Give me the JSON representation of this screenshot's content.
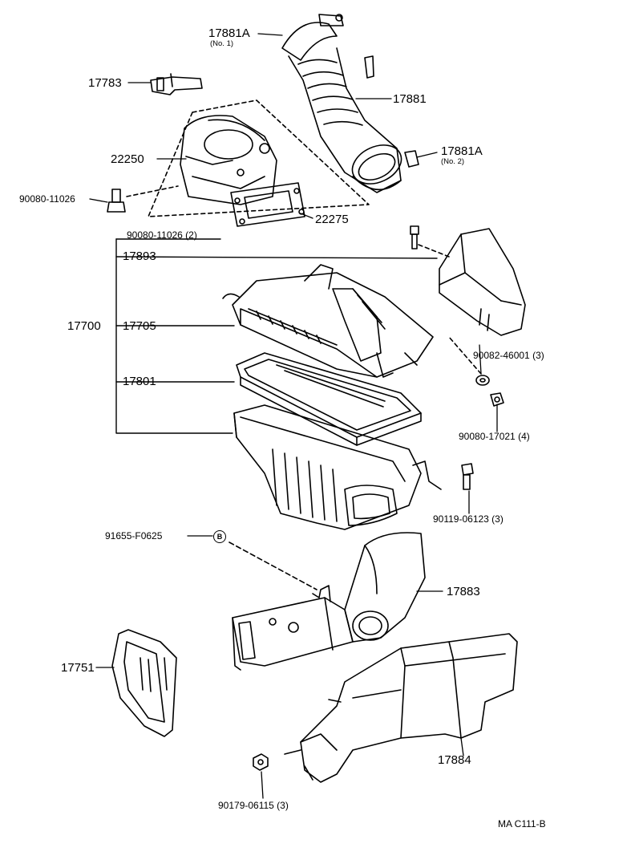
{
  "labels": {
    "p17881A_top": "17881A",
    "p17881A_top_sub": "(No. 1)",
    "p17783": "17783",
    "p17881": "17881",
    "p22250": "22250",
    "p17881A_right": "17881A",
    "p17881A_right_sub": "(No. 2)",
    "p90080_11026": "90080-11026",
    "p22275": "22275",
    "p90080_11026_2": "90080-11026 (2)",
    "p17893": "17893",
    "p17700": "17700",
    "p17705": "17705",
    "p90082_46001": "90082-46001 (3)",
    "p17801": "17801",
    "p90080_17021": "90080-17021 (4)",
    "p90119_06123": "90119-06123 (3)",
    "p91655": "91655-F0625",
    "p91655_mark": "B",
    "p17883": "17883",
    "p17751": "17751",
    "p17884": "17884",
    "p90179_06115": "90179-06115 (3)",
    "footer_code": "MA  C111-B"
  }
}
